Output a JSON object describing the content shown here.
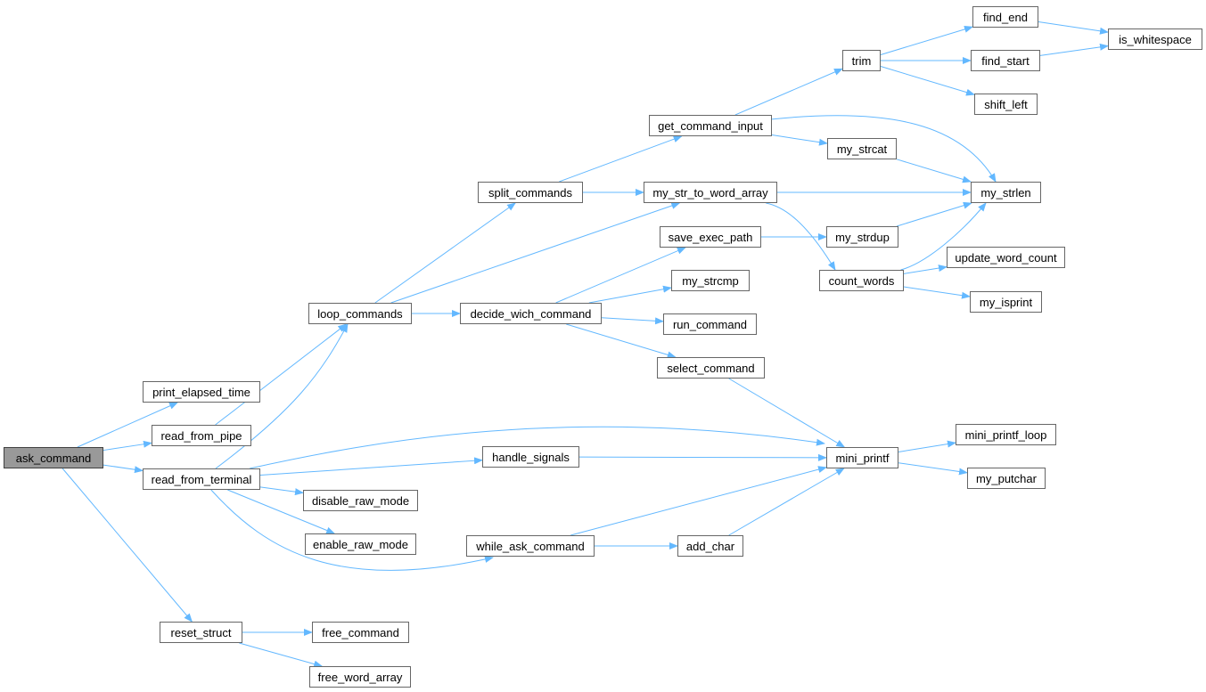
{
  "colors": {
    "edge": "#63b8ff",
    "node_border": "#666666",
    "root_fill": "#999999"
  },
  "nodes": [
    {
      "id": "ask_command",
      "label": "ask_command",
      "root": true
    },
    {
      "id": "print_elapsed_time",
      "label": "print_elapsed_time"
    },
    {
      "id": "read_from_pipe",
      "label": "read_from_pipe"
    },
    {
      "id": "read_from_terminal",
      "label": "read_from_terminal"
    },
    {
      "id": "reset_struct",
      "label": "reset_struct"
    },
    {
      "id": "loop_commands",
      "label": "loop_commands"
    },
    {
      "id": "split_commands",
      "label": "split_commands"
    },
    {
      "id": "decide_wich_command",
      "label": "decide_wich_command"
    },
    {
      "id": "handle_signals",
      "label": "handle_signals"
    },
    {
      "id": "disable_raw_mode",
      "label": "disable_raw_mode"
    },
    {
      "id": "enable_raw_mode",
      "label": "enable_raw_mode"
    },
    {
      "id": "while_ask_command",
      "label": "while_ask_command"
    },
    {
      "id": "free_command",
      "label": "free_command"
    },
    {
      "id": "free_word_array",
      "label": "free_word_array"
    },
    {
      "id": "get_command_input",
      "label": "get_command_input"
    },
    {
      "id": "my_str_to_word_array",
      "label": "my_str_to_word_array"
    },
    {
      "id": "save_exec_path",
      "label": "save_exec_path"
    },
    {
      "id": "my_strcmp",
      "label": "my_strcmp"
    },
    {
      "id": "run_command",
      "label": "run_command"
    },
    {
      "id": "select_command",
      "label": "select_command"
    },
    {
      "id": "add_char",
      "label": "add_char"
    },
    {
      "id": "trim",
      "label": "trim"
    },
    {
      "id": "my_strcat",
      "label": "my_strcat"
    },
    {
      "id": "my_strdup",
      "label": "my_strdup"
    },
    {
      "id": "count_words",
      "label": "count_words"
    },
    {
      "id": "mini_printf",
      "label": "mini_printf"
    },
    {
      "id": "find_end",
      "label": "find_end"
    },
    {
      "id": "find_start",
      "label": "find_start"
    },
    {
      "id": "shift_left",
      "label": "shift_left"
    },
    {
      "id": "my_strlen",
      "label": "my_strlen"
    },
    {
      "id": "update_word_count",
      "label": "update_word_count"
    },
    {
      "id": "my_isprint",
      "label": "my_isprint"
    },
    {
      "id": "mini_printf_loop",
      "label": "mini_printf_loop"
    },
    {
      "id": "my_putchar",
      "label": "my_putchar"
    },
    {
      "id": "is_whitespace",
      "label": "is_whitespace"
    }
  ],
  "edges": [
    [
      "ask_command",
      "print_elapsed_time"
    ],
    [
      "ask_command",
      "read_from_pipe"
    ],
    [
      "ask_command",
      "read_from_terminal"
    ],
    [
      "ask_command",
      "reset_struct"
    ],
    [
      "read_from_pipe",
      "loop_commands"
    ],
    [
      "read_from_terminal",
      "loop_commands"
    ],
    [
      "read_from_terminal",
      "mini_printf"
    ],
    [
      "read_from_terminal",
      "handle_signals"
    ],
    [
      "read_from_terminal",
      "disable_raw_mode"
    ],
    [
      "read_from_terminal",
      "enable_raw_mode"
    ],
    [
      "read_from_terminal",
      "while_ask_command"
    ],
    [
      "reset_struct",
      "free_command"
    ],
    [
      "reset_struct",
      "free_word_array"
    ],
    [
      "loop_commands",
      "split_commands"
    ],
    [
      "loop_commands",
      "my_str_to_word_array"
    ],
    [
      "loop_commands",
      "decide_wich_command"
    ],
    [
      "split_commands",
      "get_command_input"
    ],
    [
      "split_commands",
      "my_str_to_word_array"
    ],
    [
      "decide_wich_command",
      "save_exec_path"
    ],
    [
      "decide_wich_command",
      "my_strcmp"
    ],
    [
      "decide_wich_command",
      "run_command"
    ],
    [
      "decide_wich_command",
      "select_command"
    ],
    [
      "handle_signals",
      "mini_printf"
    ],
    [
      "while_ask_command",
      "mini_printf"
    ],
    [
      "while_ask_command",
      "add_char"
    ],
    [
      "get_command_input",
      "trim"
    ],
    [
      "get_command_input",
      "my_strlen"
    ],
    [
      "get_command_input",
      "my_strcat"
    ],
    [
      "my_str_to_word_array",
      "my_strlen"
    ],
    [
      "my_str_to_word_array",
      "count_words"
    ],
    [
      "save_exec_path",
      "my_strdup"
    ],
    [
      "select_command",
      "mini_printf"
    ],
    [
      "add_char",
      "mini_printf"
    ],
    [
      "trim",
      "find_end"
    ],
    [
      "trim",
      "find_start"
    ],
    [
      "trim",
      "shift_left"
    ],
    [
      "my_strcat",
      "my_strlen"
    ],
    [
      "my_strdup",
      "my_strlen"
    ],
    [
      "count_words",
      "my_strlen"
    ],
    [
      "count_words",
      "update_word_count"
    ],
    [
      "count_words",
      "my_isprint"
    ],
    [
      "mini_printf",
      "mini_printf_loop"
    ],
    [
      "mini_printf",
      "my_putchar"
    ],
    [
      "find_end",
      "is_whitespace"
    ],
    [
      "find_start",
      "is_whitespace"
    ]
  ]
}
